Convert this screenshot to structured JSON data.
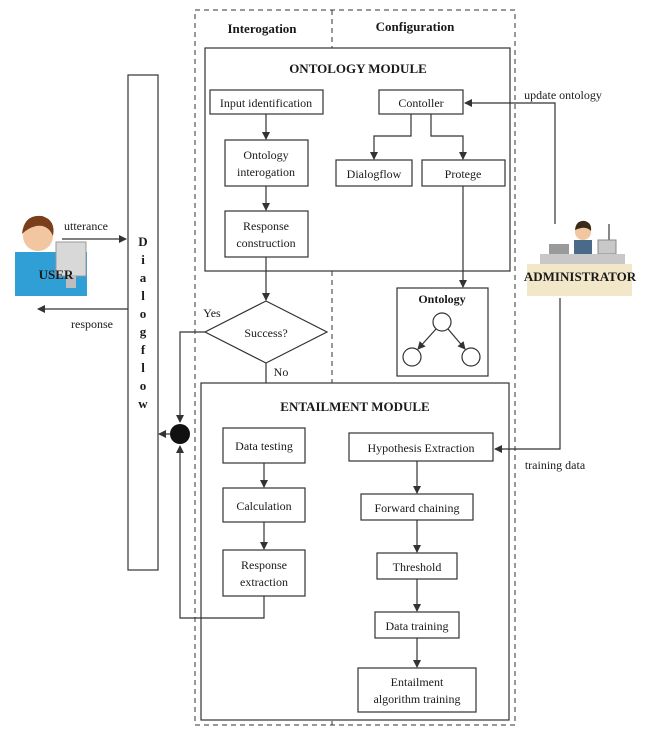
{
  "headers": {
    "interogation": "Interogation",
    "configuration": "Configuration"
  },
  "ontology_module": {
    "title": "ONTOLOGY MODULE",
    "input_identification": "Input identification",
    "ontology_interogation": [
      "Ontology",
      "interogation"
    ],
    "response_construction": [
      "Response",
      "construction"
    ],
    "controller": "Contoller",
    "dialogflow": "Dialogflow",
    "protege": "Protege"
  },
  "ontology_box": {
    "title": "Ontology"
  },
  "decision": {
    "label": "Success?",
    "yes": "Yes",
    "no": "No"
  },
  "entailment_module": {
    "title": "ENTAILMENT MODULE",
    "data_testing": "Data testing",
    "calculation": "Calculation",
    "response_extraction": [
      "Response",
      "extraction"
    ],
    "hypothesis_extraction": "Hypothesis Extraction",
    "forward_chaining": "Forward chaining",
    "threshold": "Threshold",
    "data_training": "Data training",
    "entailment_algorithm_training": [
      "Entailment",
      "algorithm training"
    ]
  },
  "dialogflow_bar": {
    "letters": [
      "D",
      "i",
      "a",
      "l",
      "o",
      "g",
      "f",
      "l",
      "o",
      "w"
    ]
  },
  "user": {
    "label": "USER",
    "utterance": "utterance",
    "response": "response"
  },
  "administrator": {
    "label": "ADMINISTRATOR",
    "update_ontology": "update ontology",
    "training_data": "training data"
  },
  "colors": {
    "user_bg": "#2f9fd6",
    "admin_bg": "#f3e7c9",
    "line": "#333333"
  }
}
